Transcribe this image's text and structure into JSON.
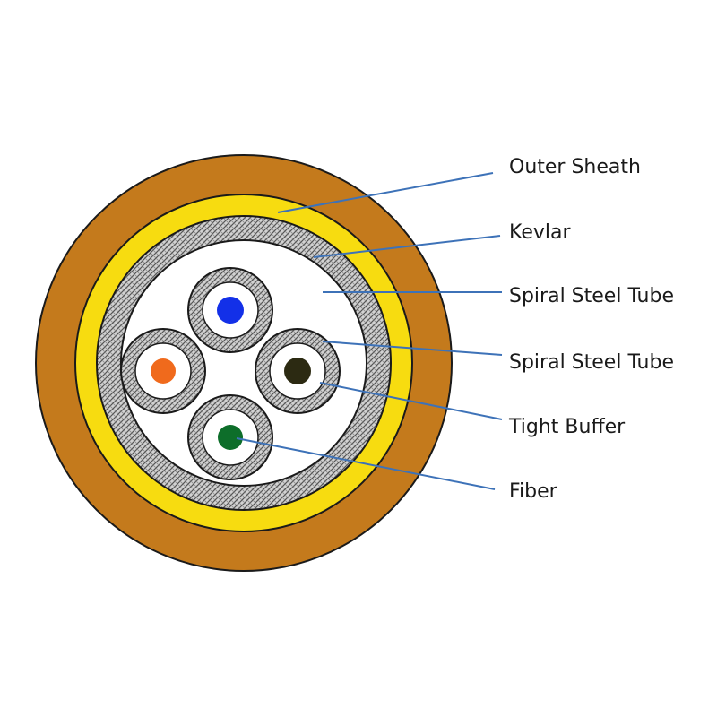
{
  "labels": {
    "outer_sheath": "Outer Sheath",
    "kevlar": "Kevlar",
    "spiral_steel_tube_1": "Spiral Steel Tube",
    "spiral_steel_tube_2": "Spiral Steel Tube",
    "tight_buffer": "Tight Buffer",
    "fiber": "Fiber"
  },
  "colors": {
    "outer_sheath": "#c47a1c",
    "kevlar": "#f7dc10",
    "steel": "#b9b9b9",
    "leader_line": "#3d72b8",
    "fiber_blue": "#1330e8",
    "fiber_orange": "#f06a1c",
    "fiber_dark": "#2c2a12",
    "fiber_green": "#0d6e2a"
  }
}
